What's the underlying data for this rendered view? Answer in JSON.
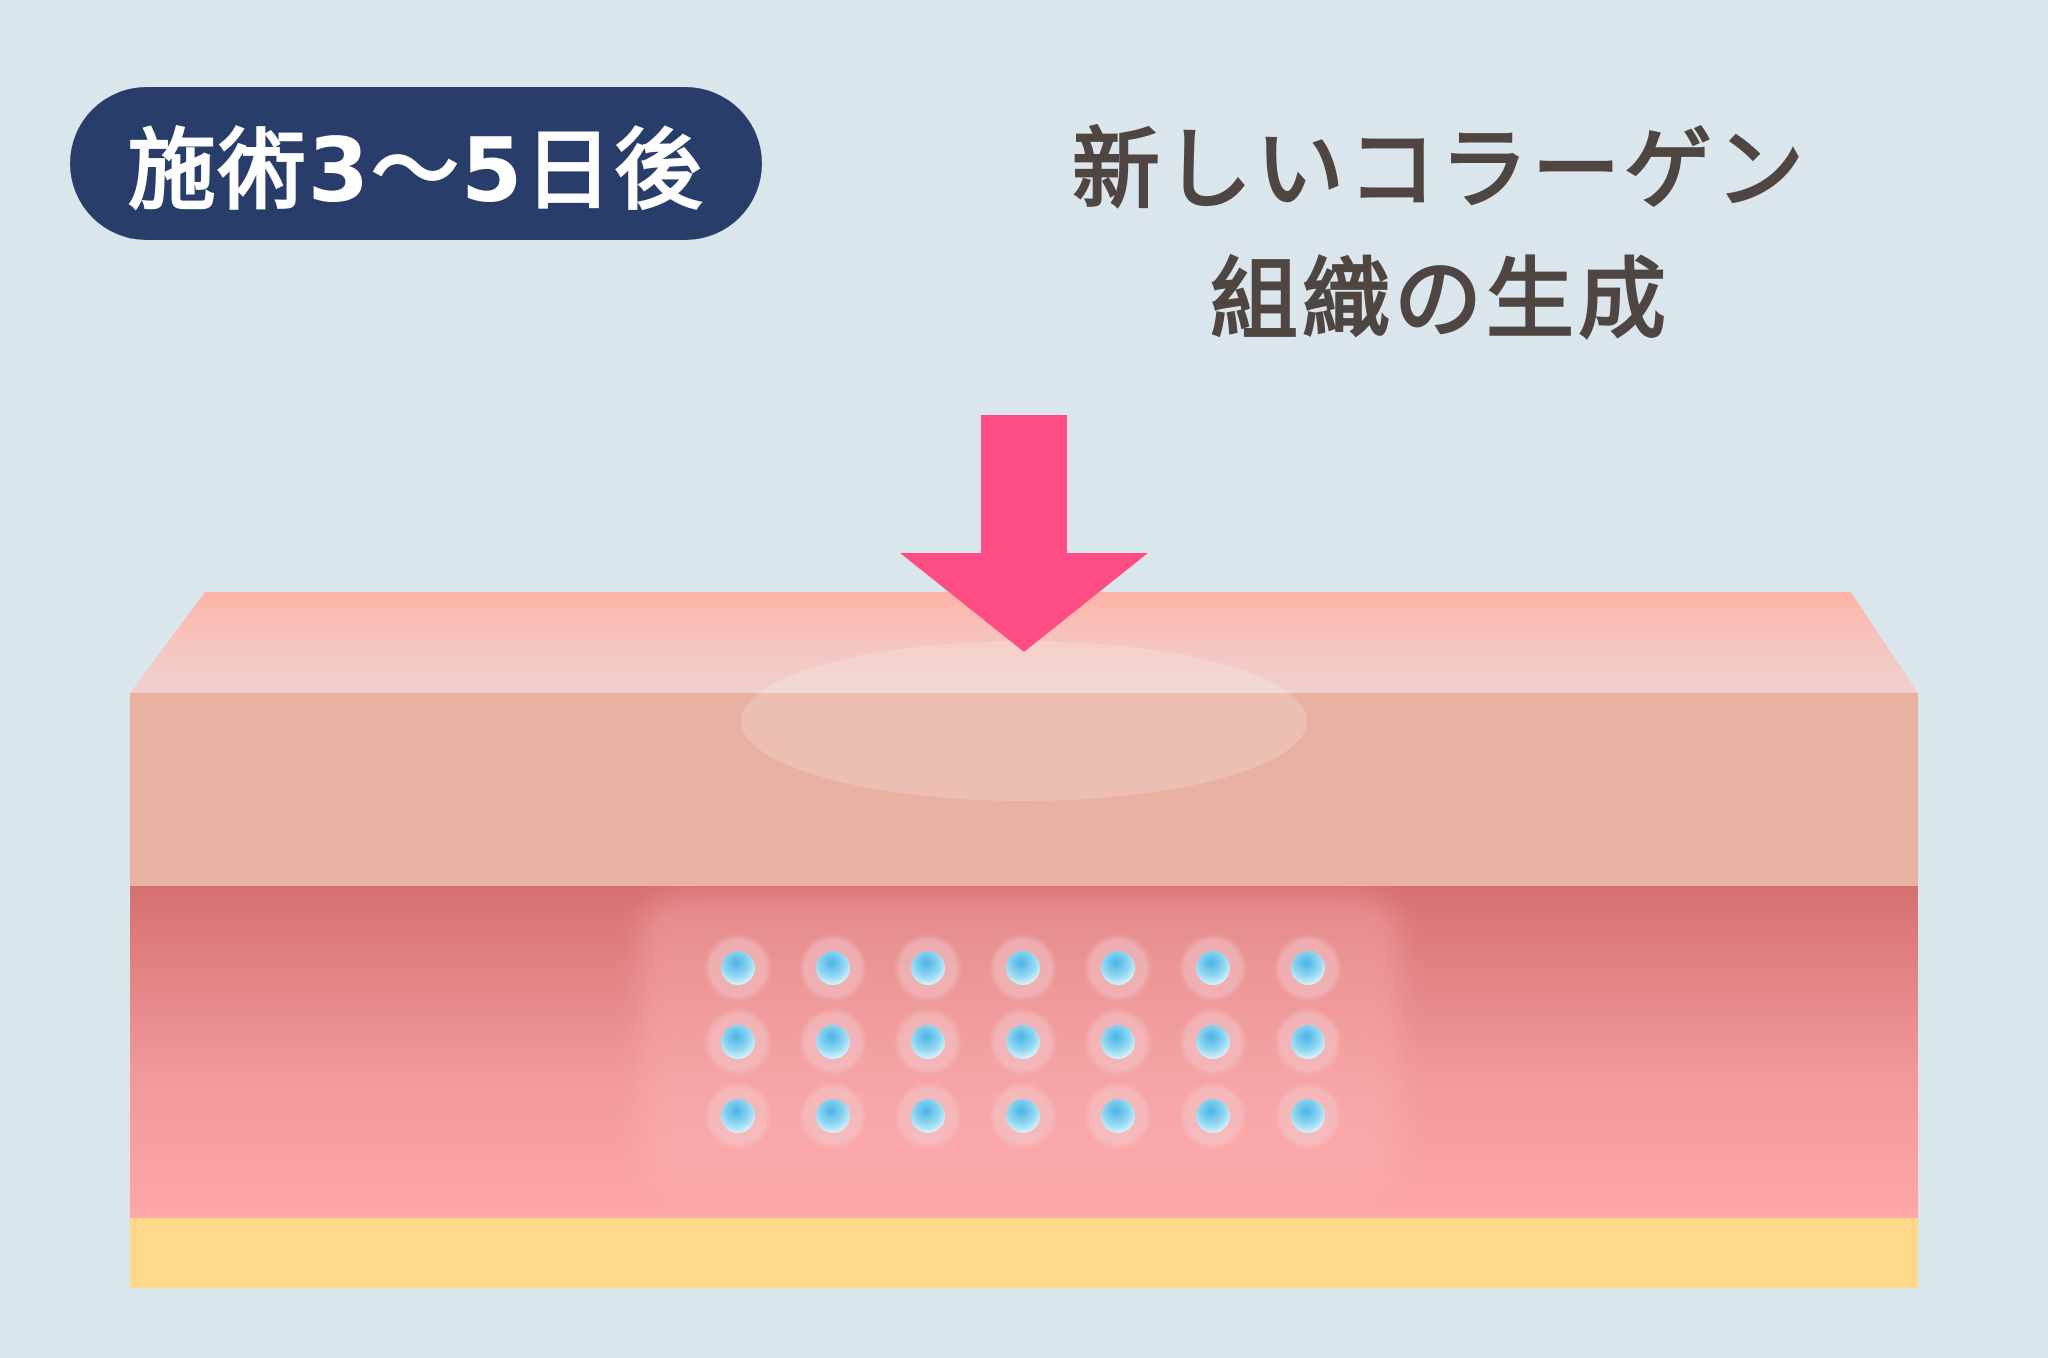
{
  "badge": {
    "label": "施術3〜5日後"
  },
  "title": {
    "line1": "新しいコラーゲン",
    "line2": "組織の生成"
  },
  "diagram": {
    "layers": [
      {
        "name": "epidermis",
        "color": "#e9b1a2"
      },
      {
        "name": "dermis",
        "color_top": "#d66f70",
        "color_bottom": "#fea6a8"
      },
      {
        "name": "subcutaneous-fat",
        "color": "#fed989"
      }
    ],
    "arrow": {
      "color": "#fe4c85",
      "direction": "down"
    },
    "collagen_cells": {
      "rows": 3,
      "cols": 7,
      "color": "#5ec0ea"
    }
  },
  "colors": {
    "background": "#dbe6ec",
    "badge_bg": "#283d69",
    "badge_text": "#ffffff",
    "title_text": "#4f4642"
  }
}
